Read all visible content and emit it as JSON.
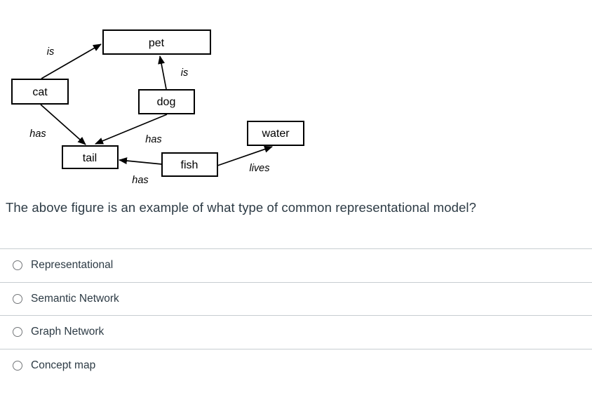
{
  "diagram": {
    "nodes": {
      "pet": "pet",
      "cat": "cat",
      "dog": "dog",
      "tail": "tail",
      "fish": "fish",
      "water": "water"
    },
    "edges": {
      "cat_pet": "is",
      "dog_pet": "is",
      "cat_tail": "has",
      "dog_tail": "has",
      "fish_tail": "has",
      "fish_water": "lives"
    }
  },
  "question": {
    "text": "The above figure is an example of what type of common representational model?"
  },
  "options": [
    {
      "label": "Representational",
      "selected": false
    },
    {
      "label": "Semantic Network",
      "selected": false
    },
    {
      "label": "Graph Network",
      "selected": false
    },
    {
      "label": "Concept map",
      "selected": false
    }
  ],
  "colors": {
    "text": "#2D3B45",
    "divider": "#C7CDD1",
    "radio_border": "#737679",
    "diagram_stroke": "#000000"
  }
}
